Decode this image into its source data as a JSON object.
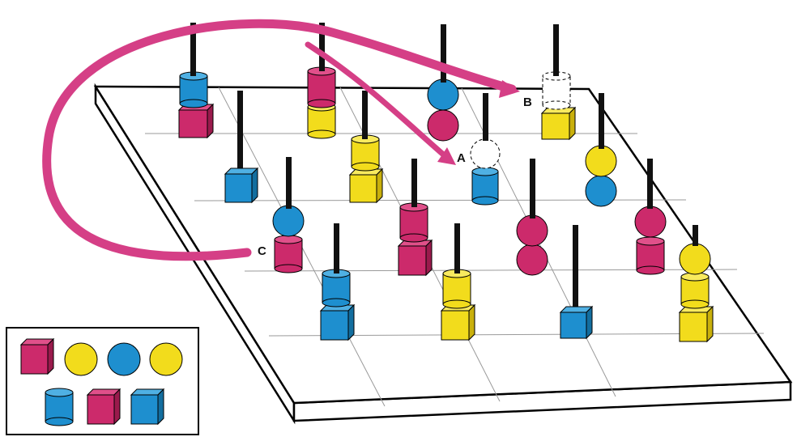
{
  "labels": {
    "a": "A",
    "b": "B",
    "c": "C"
  },
  "colors": {
    "magenta": "#cc2a6b",
    "yellow": "#f2dc1c",
    "blue": "#1e8fcf",
    "arrow": "#d53f86",
    "peg": "#111111",
    "board_line": "#000000"
  },
  "pegs": [
    {
      "id": "r0c0",
      "pieces": [
        "magenta-cube",
        "blue-cylinder"
      ]
    },
    {
      "id": "r0c1",
      "pieces": [
        "yellow-cylinder",
        "magenta-cylinder"
      ]
    },
    {
      "id": "r0c2",
      "pieces": [
        "magenta-sphere",
        "blue-sphere"
      ]
    },
    {
      "id": "r0c3",
      "pieces": [
        "yellow-cube",
        "empty-cylinder-target-b"
      ]
    },
    {
      "id": "r1c0",
      "pieces": [
        "blue-cube"
      ]
    },
    {
      "id": "r1c1",
      "pieces": [
        "yellow-cube",
        "yellow-cylinder"
      ]
    },
    {
      "id": "r1c2",
      "pieces": [
        "blue-cylinder",
        "empty-sphere-target-a"
      ]
    },
    {
      "id": "r1c3",
      "pieces": [
        "blue-sphere",
        "yellow-sphere"
      ]
    },
    {
      "id": "r2c0",
      "pieces": [
        "magenta-cylinder",
        "blue-sphere"
      ]
    },
    {
      "id": "r2c1",
      "pieces": [
        "magenta-cube",
        "magenta-cylinder"
      ]
    },
    {
      "id": "r2c2",
      "pieces": [
        "magenta-sphere",
        "magenta-sphere"
      ]
    },
    {
      "id": "r2c3",
      "pieces": [
        "magenta-cylinder",
        "magenta-sphere"
      ]
    },
    {
      "id": "r3c0",
      "pieces": [
        "blue-cube",
        "blue-cylinder"
      ]
    },
    {
      "id": "r3c1",
      "pieces": [
        "yellow-cube",
        "yellow-cylinder"
      ]
    },
    {
      "id": "r3c2",
      "pieces": [
        "blue-cube"
      ]
    },
    {
      "id": "r3c3",
      "pieces": [
        "yellow-cube",
        "yellow-cylinder",
        "yellow-sphere"
      ]
    }
  ],
  "legend": [
    "magenta-cube",
    "yellow-sphere",
    "blue-sphere",
    "yellow-sphere",
    "blue-cylinder",
    "magenta-cube",
    "blue-cube"
  ],
  "moves": [
    {
      "from": "C",
      "to": "A"
    },
    {
      "from": "C",
      "to": "B"
    }
  ]
}
